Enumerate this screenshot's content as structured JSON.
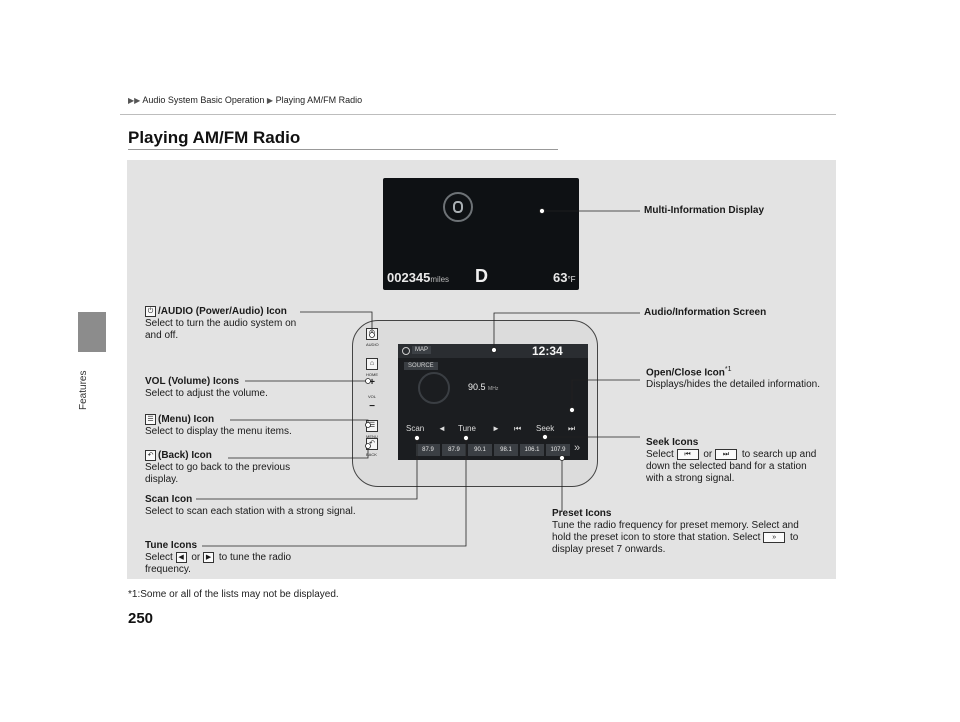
{
  "breadcrumb": {
    "part1": "Audio System Basic Operation",
    "part2": "Playing AM/FM Radio"
  },
  "section_tab": "Features",
  "page_title": "Playing AM/FM Radio",
  "page_number": "250",
  "footnote": "*1:Some or all of the lists may not be displayed.",
  "display": {
    "odometer": "002345",
    "odometer_unit": "miles",
    "gear": "D",
    "temperature": "63",
    "temp_unit": "°F"
  },
  "screen": {
    "map_label": "MAP",
    "clock": "12:34",
    "source_label": "SOURCE",
    "frequency": "90.5",
    "freq_unit": "MHz",
    "scan": "Scan",
    "tune": "Tune",
    "seek": "Seek",
    "presets": [
      "87.9",
      "87.9",
      "90.1",
      "98.1",
      "106.1",
      "107.9"
    ]
  },
  "hard_buttons": {
    "audio": "AUDIO",
    "home": "HOME",
    "vol": "VOL",
    "menu": "MENU",
    "back": "BACK"
  },
  "callouts": {
    "mid_title": "Multi-Information Display",
    "power_title": "/AUDIO (Power/Audio) Icon",
    "power_text": "Select to turn the audio system on and off.",
    "vol_title": "VOL (Volume) Icons",
    "vol_text": "Select to adjust the volume.",
    "menu_title": "(Menu) Icon",
    "menu_text": "Select to display the menu items.",
    "back_title": "(Back) Icon",
    "back_text": "Select to go back to the previous display.",
    "scan_title": "Scan Icon",
    "scan_text": "Select to scan each station with a strong signal.",
    "tune_title": "Tune Icons",
    "tune_text_a": "Select",
    "tune_text_b": "or",
    "tune_text_c": "to tune the radio frequency.",
    "screen_title": "Audio/Information Screen",
    "open_title": "Open/Close Icon",
    "open_sup": "*1",
    "open_text": "Displays/hides the detailed information.",
    "seek_title": "Seek Icons",
    "seek_text_a": "Select",
    "seek_text_b": "or",
    "seek_text_c": "to search up and down the selected band for a station with a strong signal.",
    "preset_title": "Preset Icons",
    "preset_text_a": "Tune the radio frequency for preset memory. Select and hold the preset icon to store that station. Select",
    "preset_text_b": "to display preset 7 onwards."
  }
}
